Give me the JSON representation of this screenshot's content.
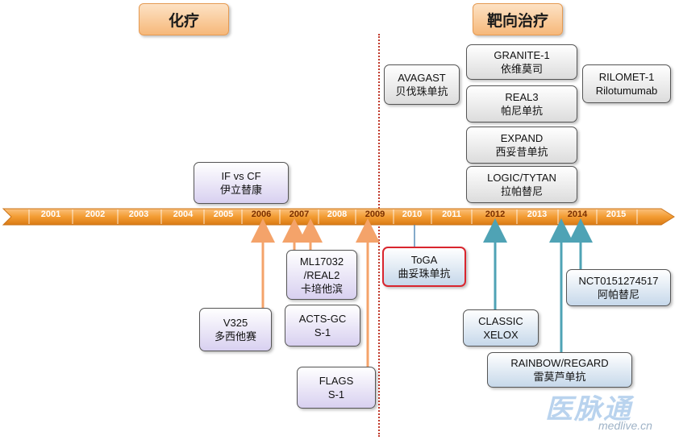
{
  "headers": {
    "chemo": "化疗",
    "targeted": "靶向治疗"
  },
  "years": [
    "2001",
    "2002",
    "2003",
    "2004",
    "2005",
    "2006",
    "2007",
    "2008",
    "2009",
    "2010",
    "2011",
    "2012",
    "2013",
    "2014",
    "2015"
  ],
  "highlight_years": [
    "2006",
    "2007",
    "2009",
    "2012",
    "2014"
  ],
  "boxes": {
    "ifcf": {
      "line1": "IF vs CF",
      "line2": "伊立替康"
    },
    "v325": {
      "line1": "V325",
      "line2": "多西他赛"
    },
    "ml17032": {
      "line1": "ML17032",
      "line2": "/REAL2",
      "line3": "卡培他滨"
    },
    "actsgc": {
      "line1": "ACTS-GC",
      "line2": "S-1"
    },
    "flags": {
      "line1": "FLAGS",
      "line2": "S-1"
    },
    "avagast": {
      "line1": "AVAGAST",
      "line2": "贝伐珠单抗"
    },
    "granite": {
      "line1": "GRANITE-1",
      "line2": "依维莫司"
    },
    "real3": {
      "line1": "REAL3",
      "line2": "帕尼单抗"
    },
    "expand": {
      "line1": "EXPAND",
      "line2": "西妥昔单抗"
    },
    "logic": {
      "line1": "LOGIC/TYTAN",
      "line2": "拉帕替尼"
    },
    "rilomet": {
      "line1": "RILOMET-1",
      "line2": "Rilotumumab"
    },
    "toga": {
      "line1": "ToGA",
      "line2": "曲妥珠单抗"
    },
    "classic": {
      "line1": "CLASSIC",
      "line2": "XELOX"
    },
    "rainbow": {
      "line1": "RAINBOW/REGARD",
      "line2": "雷莫芦单抗"
    },
    "nct": {
      "line1": "NCT0151274517",
      "line2": "阿帕替尼"
    }
  },
  "watermark": {
    "site": "medlive.cn",
    "brand": "医脉通"
  },
  "colors": {
    "timeline": "#f39c32",
    "chemo_arrow": "#f4a36a",
    "target_arrow": "#4fa3b5",
    "divider": "#c0392b"
  }
}
